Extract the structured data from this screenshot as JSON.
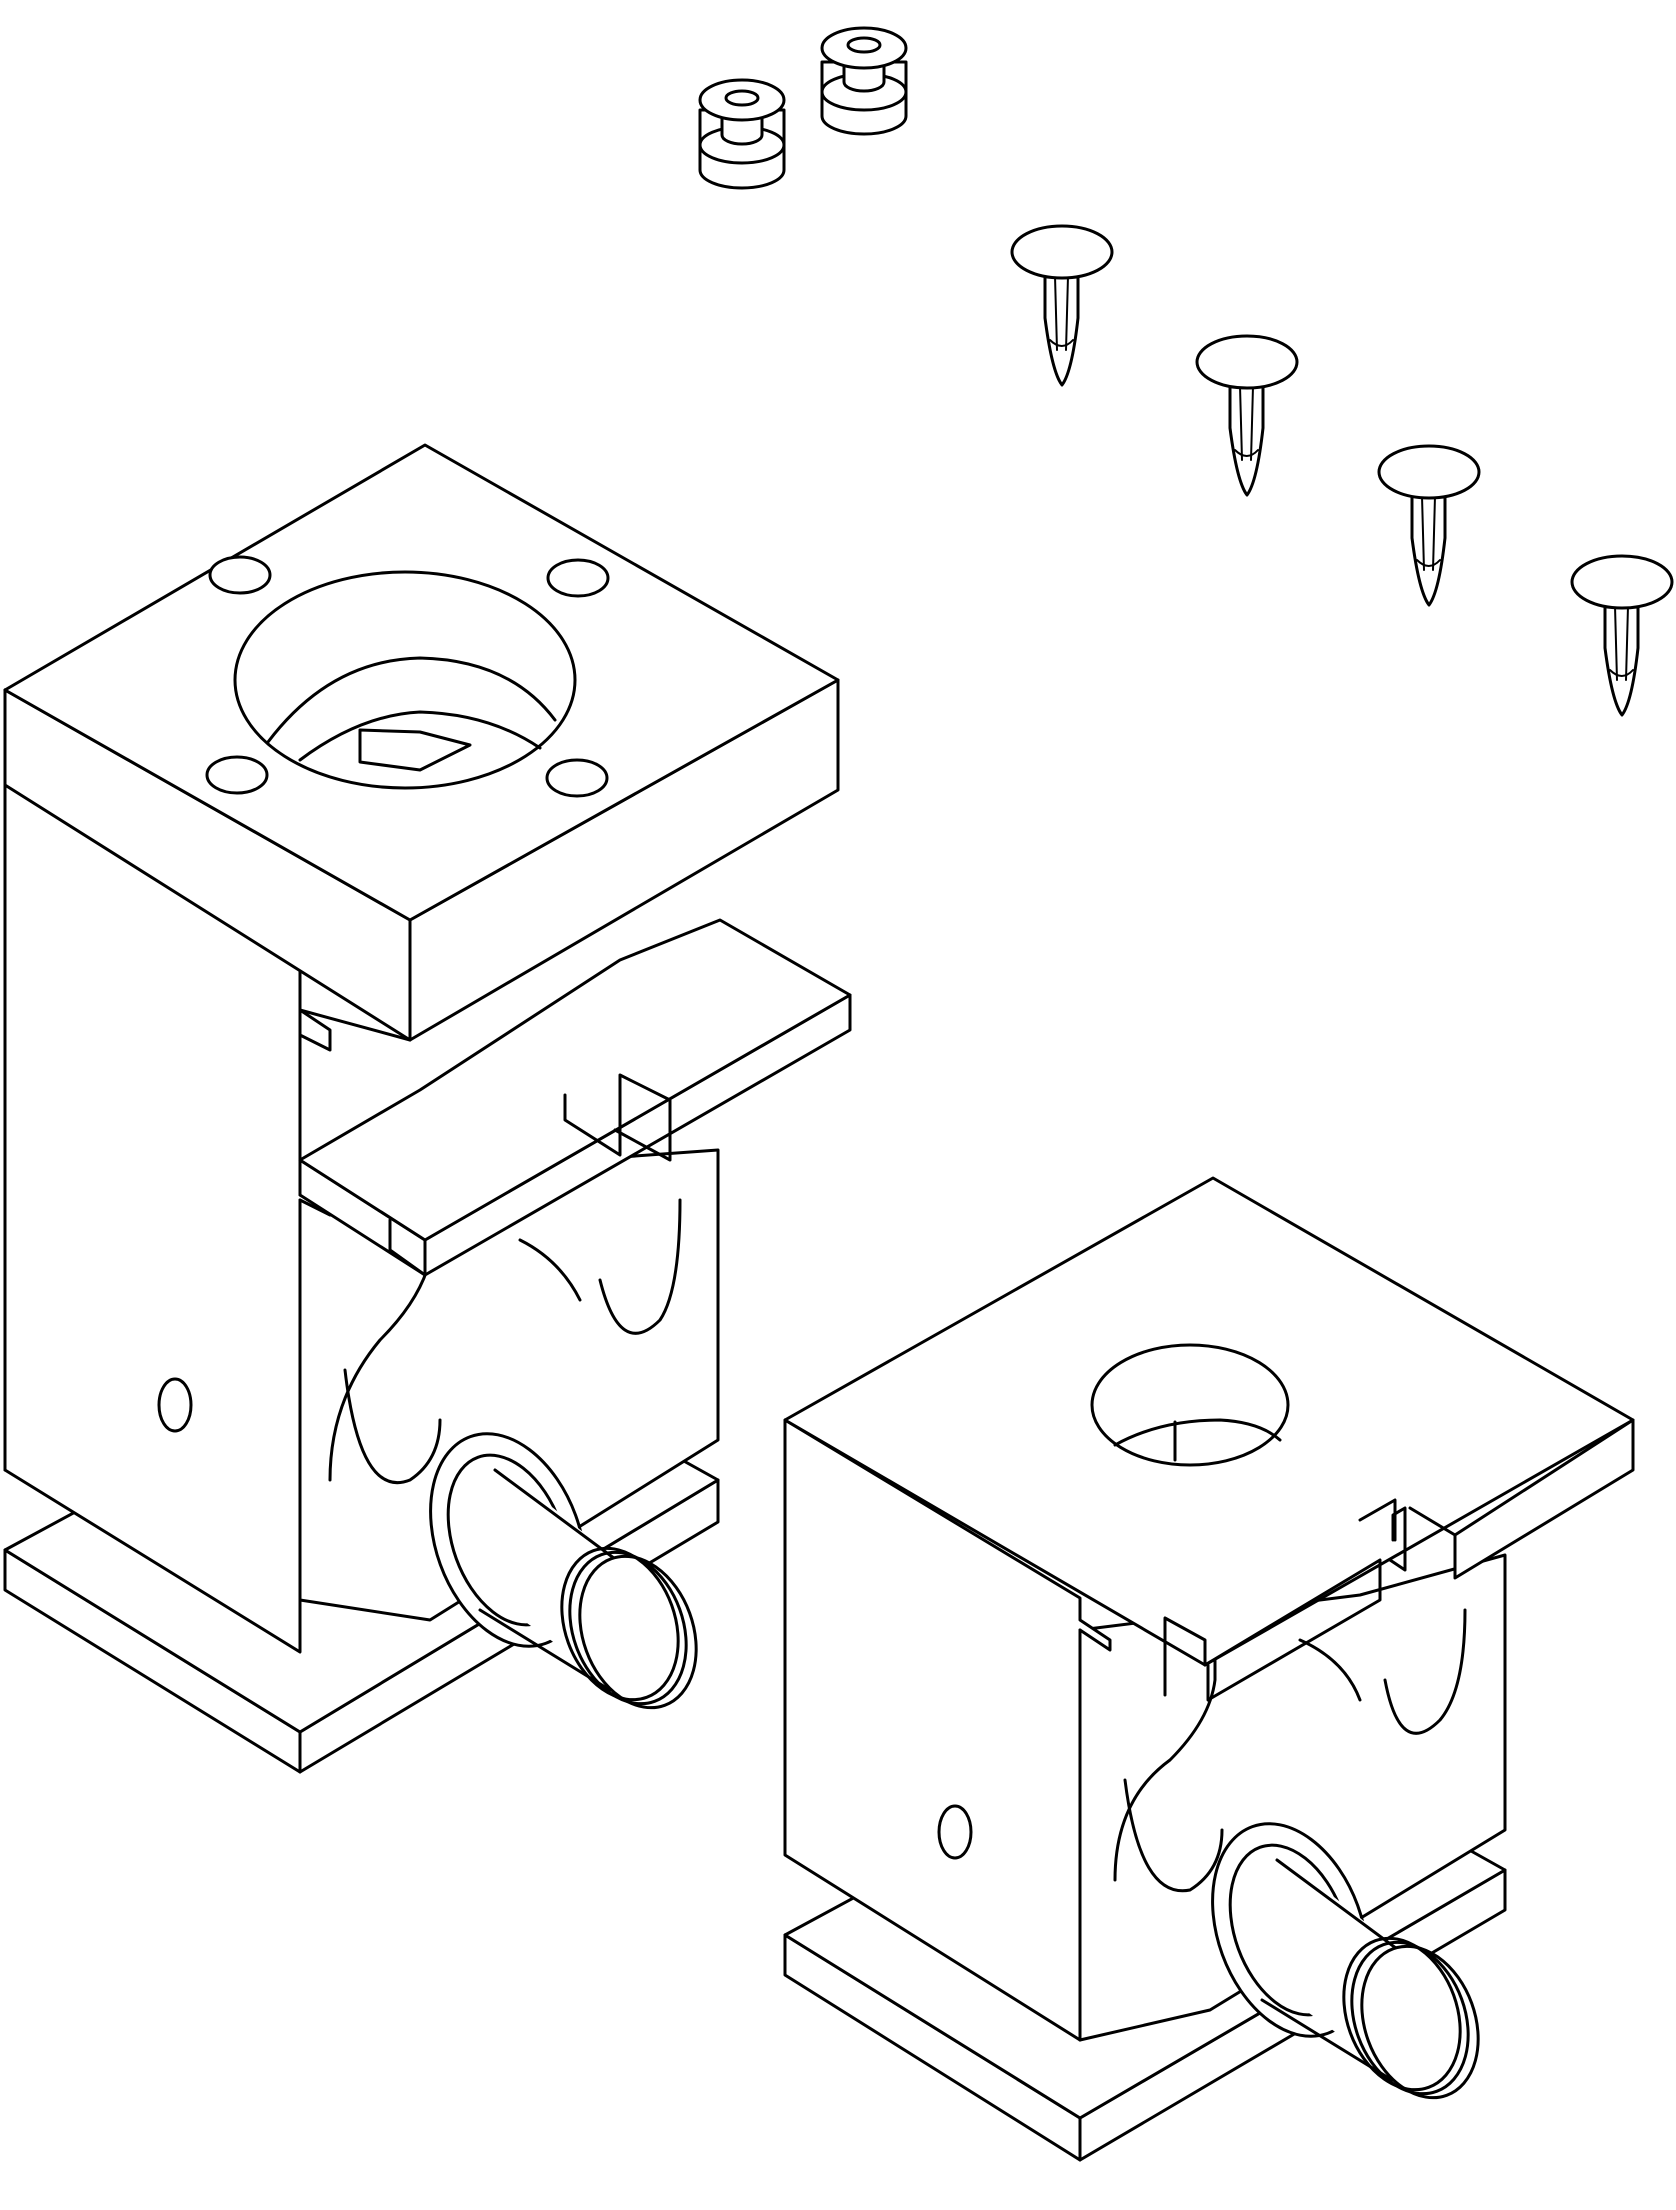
{
  "figure": {
    "type": "isometric exploded line drawing",
    "line_color": "#000000",
    "background_color": "#ffffff"
  },
  "parts": [
    {
      "id": "bushing-1",
      "kind": "bushing"
    },
    {
      "id": "bushing-2",
      "kind": "bushing"
    },
    {
      "id": "push-rivet-1",
      "kind": "push-rivet"
    },
    {
      "id": "push-rivet-2",
      "kind": "push-rivet"
    },
    {
      "id": "push-rivet-3",
      "kind": "push-rivet"
    },
    {
      "id": "push-rivet-4",
      "kind": "push-rivet"
    },
    {
      "id": "block-assembly-large",
      "kind": "mounting block with four-hole bore and base plate"
    },
    {
      "id": "block-assembly-small",
      "kind": "mounting block with single bore and base plate"
    }
  ]
}
